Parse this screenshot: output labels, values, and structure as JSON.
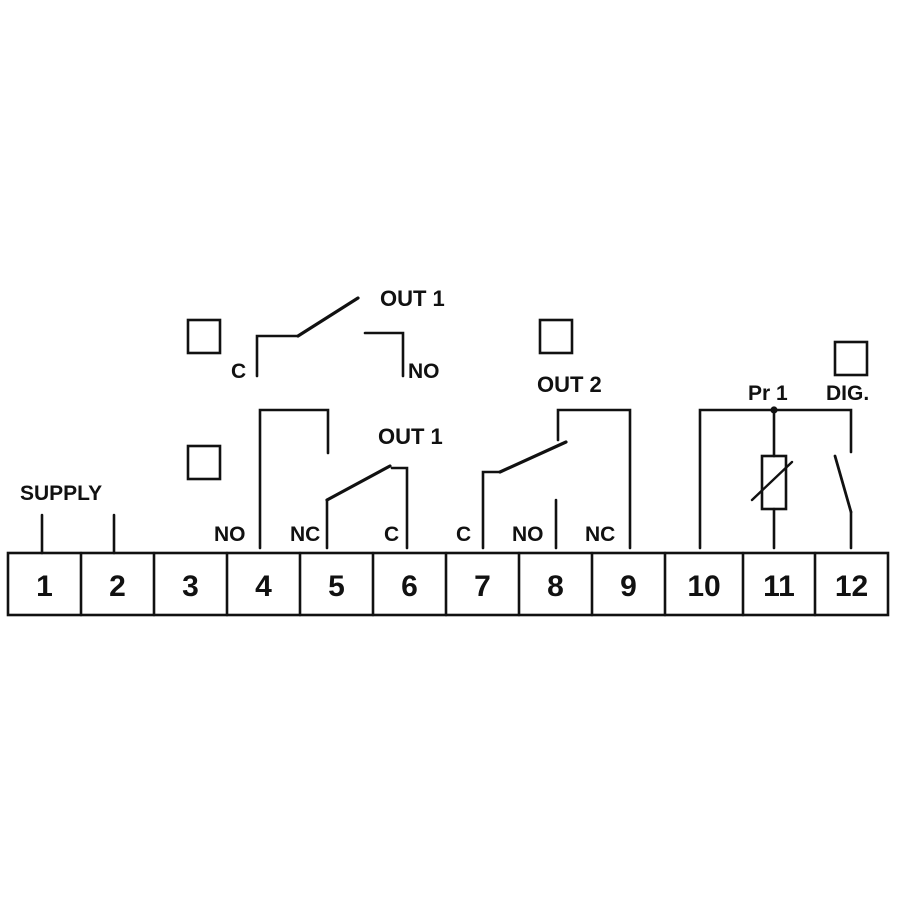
{
  "supply_label": "SUPPLY",
  "terminals": [
    "1",
    "2",
    "3",
    "4",
    "5",
    "6",
    "7",
    "8",
    "9",
    "10",
    "11",
    "12"
  ],
  "out1_top": {
    "title": "OUT 1",
    "c": "C",
    "no": "NO"
  },
  "out1_mid": {
    "title": "OUT 1",
    "no": "NO",
    "nc": "NC",
    "c": "C"
  },
  "out2": {
    "title": "OUT 2",
    "c": "C",
    "no": "NO",
    "nc": "NC"
  },
  "probe_label": "Pr 1",
  "dig_label": "DIG."
}
